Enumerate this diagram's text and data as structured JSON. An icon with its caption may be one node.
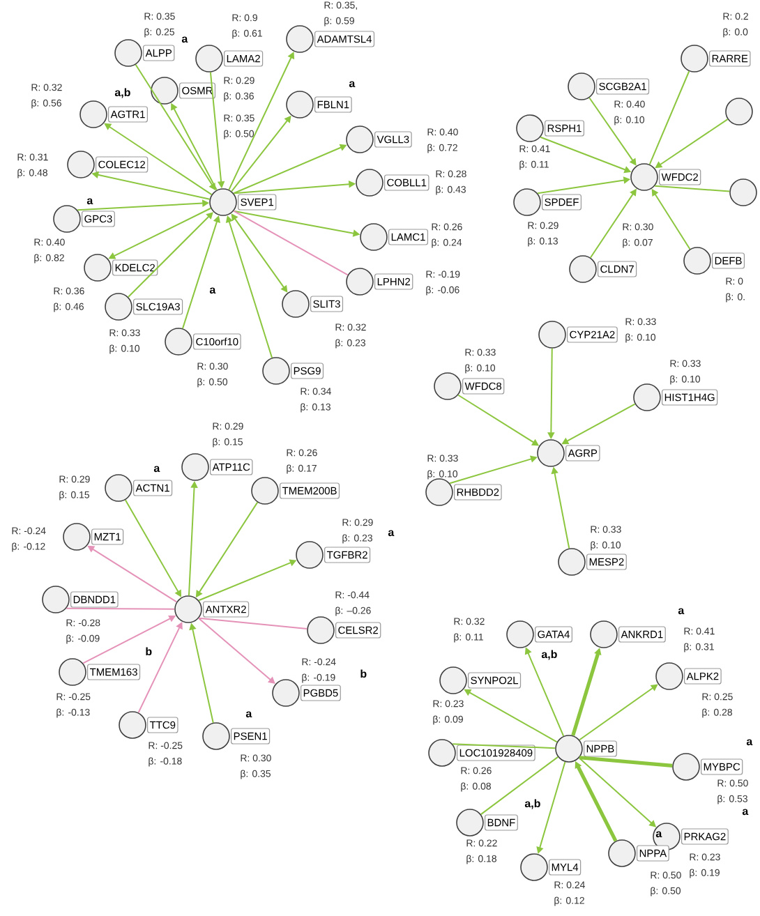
{
  "diagram": {
    "nodes": [
      {
        "text": [
          "SVEP1"
        ]
      },
      {
        "text": [
          "ALPP"
        ],
        "beside": [
          "R: 0.35",
          "β: 0.25",
          "a"
        ]
      },
      {
        "text": [
          "LAMA2"
        ],
        "beside": [
          "R: 0.9",
          "β: 0.61"
        ]
      },
      {
        "text": [
          "ADAMTSL4"
        ],
        "beside": [
          "R: 0.35,",
          "β: 0.59"
        ]
      },
      {
        "text": [
          "OSMR"
        ],
        "beside": [
          "R: 0.29",
          "β: 0.36"
        ]
      },
      {
        "text": [
          "FBLN1"
        ],
        "beside": [
          "R: 0.35",
          "β: 0.50",
          "a"
        ]
      },
      {
        "text": [
          "AGTR1"
        ],
        "beside": [
          "R: 0.32",
          "β: 0.56",
          "a,b"
        ]
      },
      {
        "text": [
          "VGLL3"
        ],
        "beside": [
          "R: 0.40",
          "β: 0.72"
        ]
      },
      {
        "text": [
          "COLEC12"
        ],
        "beside": [
          "R: 0.31",
          "β: 0.48"
        ]
      },
      {
        "text": [
          "COBLL1"
        ],
        "beside": [
          "R: 0.28",
          "β: 0.43"
        ]
      },
      {
        "text": [
          "GPC3"
        ],
        "beside": [
          "R: 0.40",
          "β: 0.82",
          "a"
        ]
      },
      {
        "text": [
          "LAMC1"
        ],
        "beside": [
          "R: 0.26",
          "β: 0.24"
        ]
      },
      {
        "text": [
          "KDELC2"
        ],
        "beside": [
          "R: 0.36",
          "β: 0.46"
        ]
      },
      {
        "text": [
          "LPHN2"
        ],
        "beside": [
          "R: -0.19",
          "β: -0.06"
        ]
      },
      {
        "text": [
          "SLC19A3"
        ],
        "beside": [
          "R: 0.33",
          "β: 0.10",
          "a"
        ]
      },
      {
        "text": [
          "SLIT3"
        ],
        "beside": [
          "R: 0.32",
          "β: 0.23"
        ]
      },
      {
        "text": [
          "C10orf10"
        ],
        "beside": [
          "R: 0.30",
          "β: 0.50"
        ]
      },
      {
        "text": [
          "PSG9"
        ],
        "beside": [
          "R: 0.34",
          "β: 0.13"
        ]
      },
      {
        "text": [
          "WFDC2"
        ]
      },
      {
        "text": [
          "SCGB2A1"
        ],
        "beside": [
          "R: 0.40",
          "β: 0.10"
        ]
      },
      {
        "text": [
          "RARRE"
        ],
        "beside": [
          "R: 0.2",
          "β: 0.0"
        ]
      },
      {
        "text": [],
        "shape": "circle"
      },
      {
        "text": [
          "RSPH1"
        ],
        "beside": [
          "R: 0.41",
          "β: 0.11"
        ]
      },
      {
        "text": [
          "SPDEF"
        ],
        "beside": [
          "R: 0.29",
          "β: 0.13"
        ]
      },
      {
        "text": [],
        "shape": "circle"
      },
      {
        "text": [
          "CLDN7"
        ],
        "beside": [
          "R: 0.30",
          "β: 0.07"
        ]
      },
      {
        "text": [
          "DEFB"
        ],
        "beside": [
          "R: 0",
          "β: 0."
        ]
      },
      {
        "text": [
          "AGRP"
        ]
      },
      {
        "text": [
          "CYP21A2"
        ],
        "beside": [
          "R: 0.33",
          "β: 0.10"
        ]
      },
      {
        "text": [
          "WFDC8"
        ],
        "beside": [
          "R: 0.33",
          "β: 0.10"
        ]
      },
      {
        "text": [
          "HIST1H4G"
        ],
        "beside": [
          "R: 0.33",
          "β: 0.10"
        ]
      },
      {
        "text": [
          "RHBDD2"
        ],
        "beside": [
          "R: 0.33",
          "β: 0.10"
        ]
      },
      {
        "text": [
          "MESP2"
        ],
        "beside": [
          "R: 0.33",
          "β: 0.10"
        ]
      },
      {
        "text": [
          "ANTXR2"
        ]
      },
      {
        "text": [
          "ACTN1"
        ],
        "beside": [
          "R: 0.29",
          "β: 0.15",
          "a"
        ]
      },
      {
        "text": [
          "ATP11C"
        ],
        "beside": [
          "R: 0.29",
          "β: 0.15"
        ]
      },
      {
        "text": [
          "TMEM200B"
        ],
        "beside": [
          "R: 0.26",
          "β: 0.17"
        ]
      },
      {
        "text": [
          "MZT1"
        ],
        "beside": [
          "R: -0.24",
          "β: -0.12"
        ]
      },
      {
        "text": [
          "TGFBR2"
        ],
        "beside": [
          "R: 0.29",
          "β: 0.23",
          "a"
        ]
      },
      {
        "text": [
          "DBNDD1"
        ],
        "beside": [
          "R: -0.28",
          "β: -0.09"
        ]
      },
      {
        "text": [
          "CELSR2"
        ],
        "beside": [
          "R: -0.44",
          "β: –0.26"
        ]
      },
      {
        "text": [
          "TMEM163"
        ],
        "beside": [
          "R: -0.25",
          "β: -0.13",
          "b"
        ]
      },
      {
        "text": [
          "PGBD5"
        ],
        "beside": [
          "R: -0.24",
          "β: -0.19",
          "b"
        ]
      },
      {
        "text": [
          "TTC9"
        ],
        "beside": [
          "R: -0.25",
          "β: -0.18"
        ]
      },
      {
        "text": [
          "PSEN1"
        ],
        "beside": [
          "R: 0.30",
          "β: 0.35",
          "a"
        ]
      },
      {
        "text": [
          "NPPB"
        ]
      },
      {
        "text": [
          "GATA4"
        ],
        "beside": [
          "R: 0.32",
          "β: 0.11",
          "a,b"
        ]
      },
      {
        "text": [
          "ANKRD1"
        ],
        "beside": [
          "R: 0.41",
          "β: 0.31",
          "a"
        ]
      },
      {
        "text": [
          "SYNPO2L"
        ],
        "beside": [
          "R: 0.23",
          "β: 0.09"
        ]
      },
      {
        "text": [
          "ALPK2"
        ],
        "beside": [
          "R: 0.25",
          "β: 0.28"
        ]
      },
      {
        "text": [
          "LOC101928409"
        ],
        "beside": [
          "R: 0.26",
          "β: 0.08"
        ]
      },
      {
        "text": [
          "MYBPC"
        ],
        "beside": [
          "R: 0.50",
          "β: 0.53",
          "a"
        ]
      },
      {
        "text": [
          "BDNF"
        ],
        "beside": [
          "R: 0.22",
          "β: 0.18",
          "a,b"
        ]
      },
      {
        "text": [
          "PRKAG2"
        ],
        "beside": [
          "R: 0.23",
          "β: 0.19",
          "a"
        ]
      },
      {
        "text": [
          "MYL4"
        ],
        "beside": [
          "R: 0.24",
          "β: 0.12"
        ]
      },
      {
        "text": [
          "NPPA"
        ],
        "beside": [
          "R: 0.50",
          "β: 0.50",
          "a"
        ]
      }
    ],
    "edges": [
      {
        "from": 1,
        "to": 0,
        "arrow": "to"
      },
      {
        "from": 2,
        "to": 0,
        "arrow": "to"
      },
      {
        "from": 0,
        "to": 3,
        "arrow": "to"
      },
      {
        "from": 0,
        "to": 4,
        "arrow": "to"
      },
      {
        "from": 0,
        "to": 5,
        "arrow": "to"
      },
      {
        "from": 0,
        "to": 6,
        "arrow": "to"
      },
      {
        "from": 0,
        "to": 7,
        "arrow": "to"
      },
      {
        "from": 0,
        "to": 8,
        "arrow": "to"
      },
      {
        "from": 0,
        "to": 9,
        "arrow": "to"
      },
      {
        "from": 10,
        "to": 0,
        "arrow": "to"
      },
      {
        "from": 0,
        "to": 11,
        "arrow": "to"
      },
      {
        "from": 0,
        "to": 12,
        "arrow": "to"
      },
      {
        "from": 13,
        "to": 0,
        "arrow": "none",
        "color": "#e592b8"
      },
      {
        "from": 14,
        "to": 0,
        "arrow": "to"
      },
      {
        "from": 0,
        "to": 15,
        "arrow": "both"
      },
      {
        "from": 16,
        "to": 0,
        "arrow": "to"
      },
      {
        "from": 17,
        "to": 0,
        "arrow": "to"
      },
      {
        "from": 19,
        "to": 18,
        "arrow": "to"
      },
      {
        "from": 20,
        "to": 18,
        "arrow": "none"
      },
      {
        "from": 21,
        "to": 18,
        "arrow": "to"
      },
      {
        "from": 22,
        "to": 18,
        "arrow": "to"
      },
      {
        "from": 23,
        "to": 18,
        "arrow": "to"
      },
      {
        "from": 24,
        "to": 18,
        "arrow": "none"
      },
      {
        "from": 25,
        "to": 18,
        "arrow": "to"
      },
      {
        "from": 26,
        "to": 18,
        "arrow": "to"
      },
      {
        "from": 28,
        "to": 27,
        "arrow": "to"
      },
      {
        "from": 29,
        "to": 27,
        "arrow": "to"
      },
      {
        "from": 30,
        "to": 27,
        "arrow": "to"
      },
      {
        "from": 31,
        "to": 27,
        "arrow": "to"
      },
      {
        "from": 32,
        "to": 27,
        "arrow": "to"
      },
      {
        "from": 34,
        "to": 33,
        "arrow": "to"
      },
      {
        "from": 33,
        "to": 35,
        "arrow": "to"
      },
      {
        "from": 36,
        "to": 33,
        "arrow": "to"
      },
      {
        "from": 33,
        "to": 37,
        "arrow": "to",
        "color": "#e592b8"
      },
      {
        "from": 33,
        "to": 38,
        "arrow": "to"
      },
      {
        "from": 39,
        "to": 33,
        "arrow": "none",
        "color": "#e592b8"
      },
      {
        "from": 40,
        "to": 33,
        "arrow": "none",
        "color": "#e592b8"
      },
      {
        "from": 41,
        "to": 33,
        "arrow": "to",
        "color": "#e592b8"
      },
      {
        "from": 33,
        "to": 42,
        "arrow": "to",
        "color": "#e592b8"
      },
      {
        "from": 43,
        "to": 33,
        "arrow": "to",
        "color": "#e592b8"
      },
      {
        "from": 44,
        "to": 33,
        "arrow": "to"
      },
      {
        "from": 45,
        "to": 46,
        "arrow": "to"
      },
      {
        "from": 45,
        "to": 47,
        "arrow": "to",
        "style": "thick"
      },
      {
        "from": 45,
        "to": 48,
        "arrow": "to"
      },
      {
        "from": 45,
        "to": 49,
        "arrow": "to"
      },
      {
        "from": 50,
        "to": 45,
        "arrow": "none"
      },
      {
        "from": 45,
        "to": 51,
        "arrow": "none",
        "style": "thick"
      },
      {
        "from": 52,
        "to": 45,
        "arrow": "none"
      },
      {
        "from": 45,
        "to": 53,
        "arrow": "to"
      },
      {
        "from": 45,
        "to": 54,
        "arrow": "to"
      },
      {
        "from": 55,
        "to": 45,
        "arrow": "to",
        "style": "thick"
      }
    ]
  }
}
